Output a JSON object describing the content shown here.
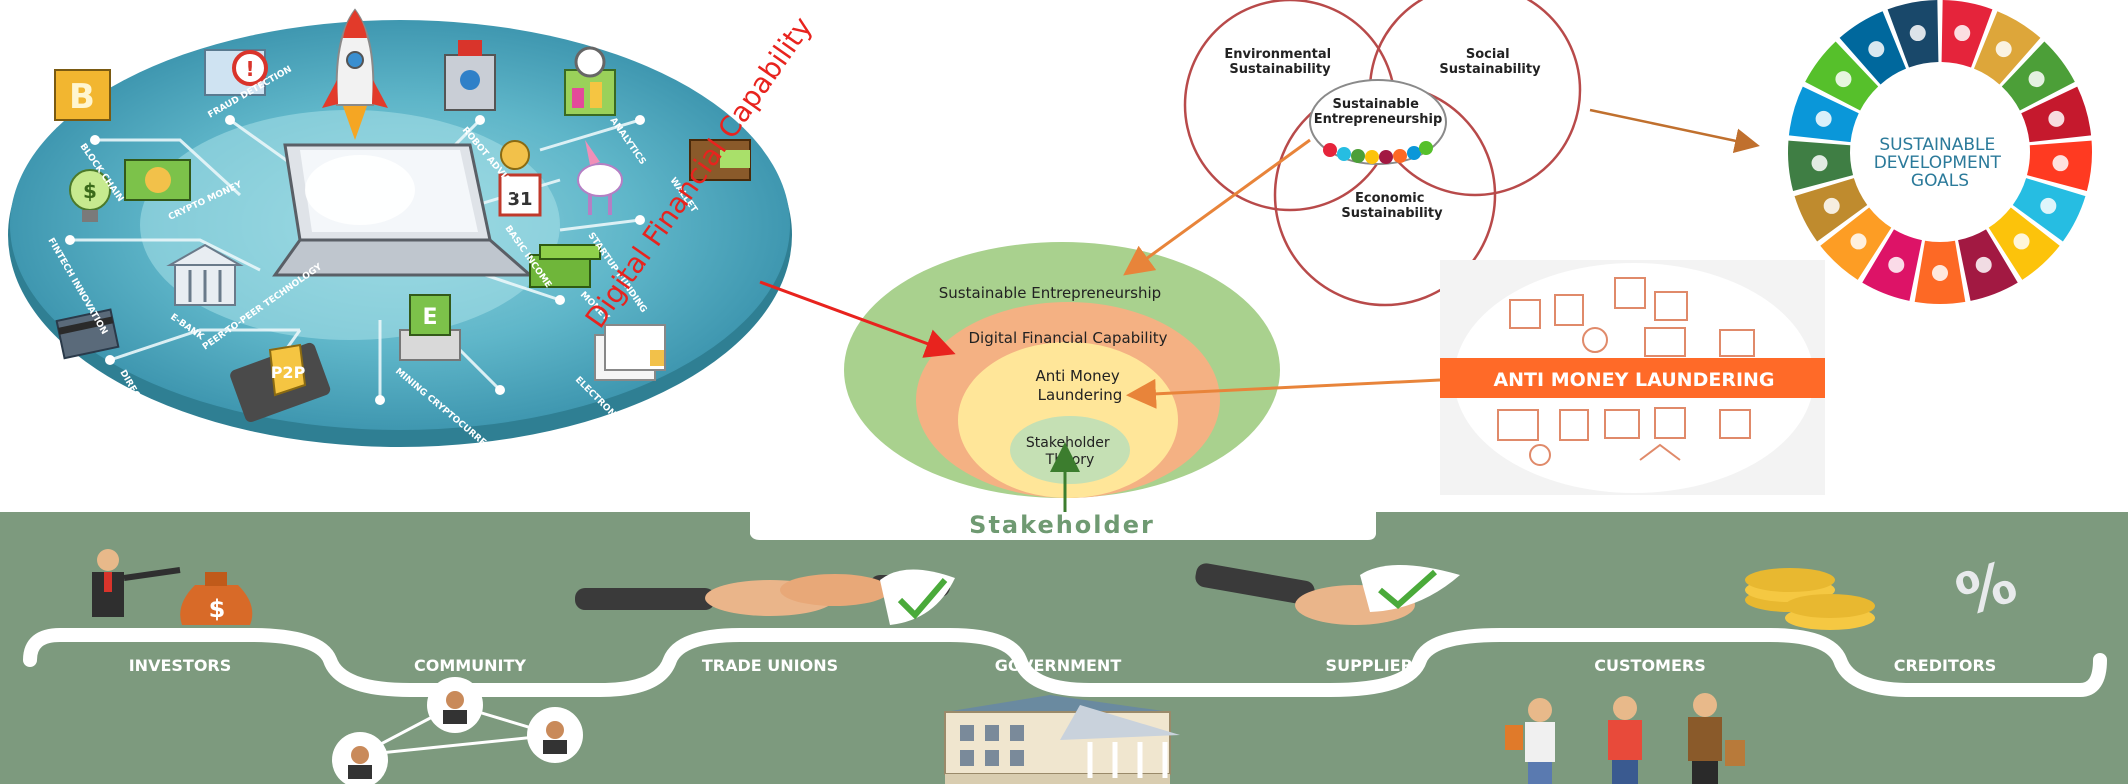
{
  "digital_financial_capability_label": "Digital Financial Capability",
  "fintech_items": [
    "BLOCK CHAIN",
    "FRAUD DETECTION",
    "ROBOT ADVISOR",
    "ANALYTICS",
    "CRYPTO MONEY",
    "FINTECH INNOVATION",
    "WALLET",
    "BASIC INCOME",
    "STARTUP FUNDING",
    "E-BANK",
    "MONEY",
    "PEER-TO-PEER TECHNOLOGY",
    "DIRECT PAYMENT",
    "MINING CRYPTOCURRENCY",
    "ELECTRONIC MORTAGE"
  ],
  "venn": {
    "environmental": [
      "Environmental",
      "Sustainability"
    ],
    "social": [
      "Social",
      "Sustainability"
    ],
    "economic": [
      "Economic",
      "Sustainability"
    ],
    "center": [
      "Sustainable",
      "Entrepreneurship"
    ]
  },
  "sdg": {
    "title_lines": [
      "SUSTAINABLE",
      "DEVELOPMENT",
      "GOALS"
    ],
    "colors": [
      "#e5243b",
      "#dda63a",
      "#4c9f38",
      "#c5192d",
      "#ff3a21",
      "#26bde2",
      "#fcc30b",
      "#a21942",
      "#fd6925",
      "#dd1367",
      "#fd9d24",
      "#bf8b2e",
      "#3f7e44",
      "#0a97d9",
      "#56c02b",
      "#00689d",
      "#19486a"
    ]
  },
  "nested": {
    "outer": "Sustainable Entrepreneurship",
    "second": "Digital Financial Capability",
    "third": [
      "Anti Money",
      "Laundering"
    ],
    "inner": [
      "Stakeholder",
      "Theory"
    ],
    "colors": {
      "outer": "#a9d18e",
      "second": "#f4b183",
      "third": "#ffe699",
      "inner": "#c5e0b4"
    }
  },
  "aml_label": "ANTI MONEY LAUNDERING",
  "stakeholder_title": "Stakeholder",
  "stakeholders": [
    "INVESTORS",
    "COMMUNITY",
    "TRADE UNIONS",
    "GOVERNMENT",
    "SUPPLIERS",
    "CUSTOMERS",
    "CREDITORS"
  ],
  "icons": {
    "investor": "money-bag-icon",
    "community": "network-people-icon",
    "handshake": "handshake-icon",
    "government": "government-building-icon",
    "supplier": "approval-hand-icon",
    "customers": "shoppers-icon",
    "creditors": "coins-percent-icon",
    "rocket": "rocket-icon",
    "laptop": "laptop-icon"
  }
}
